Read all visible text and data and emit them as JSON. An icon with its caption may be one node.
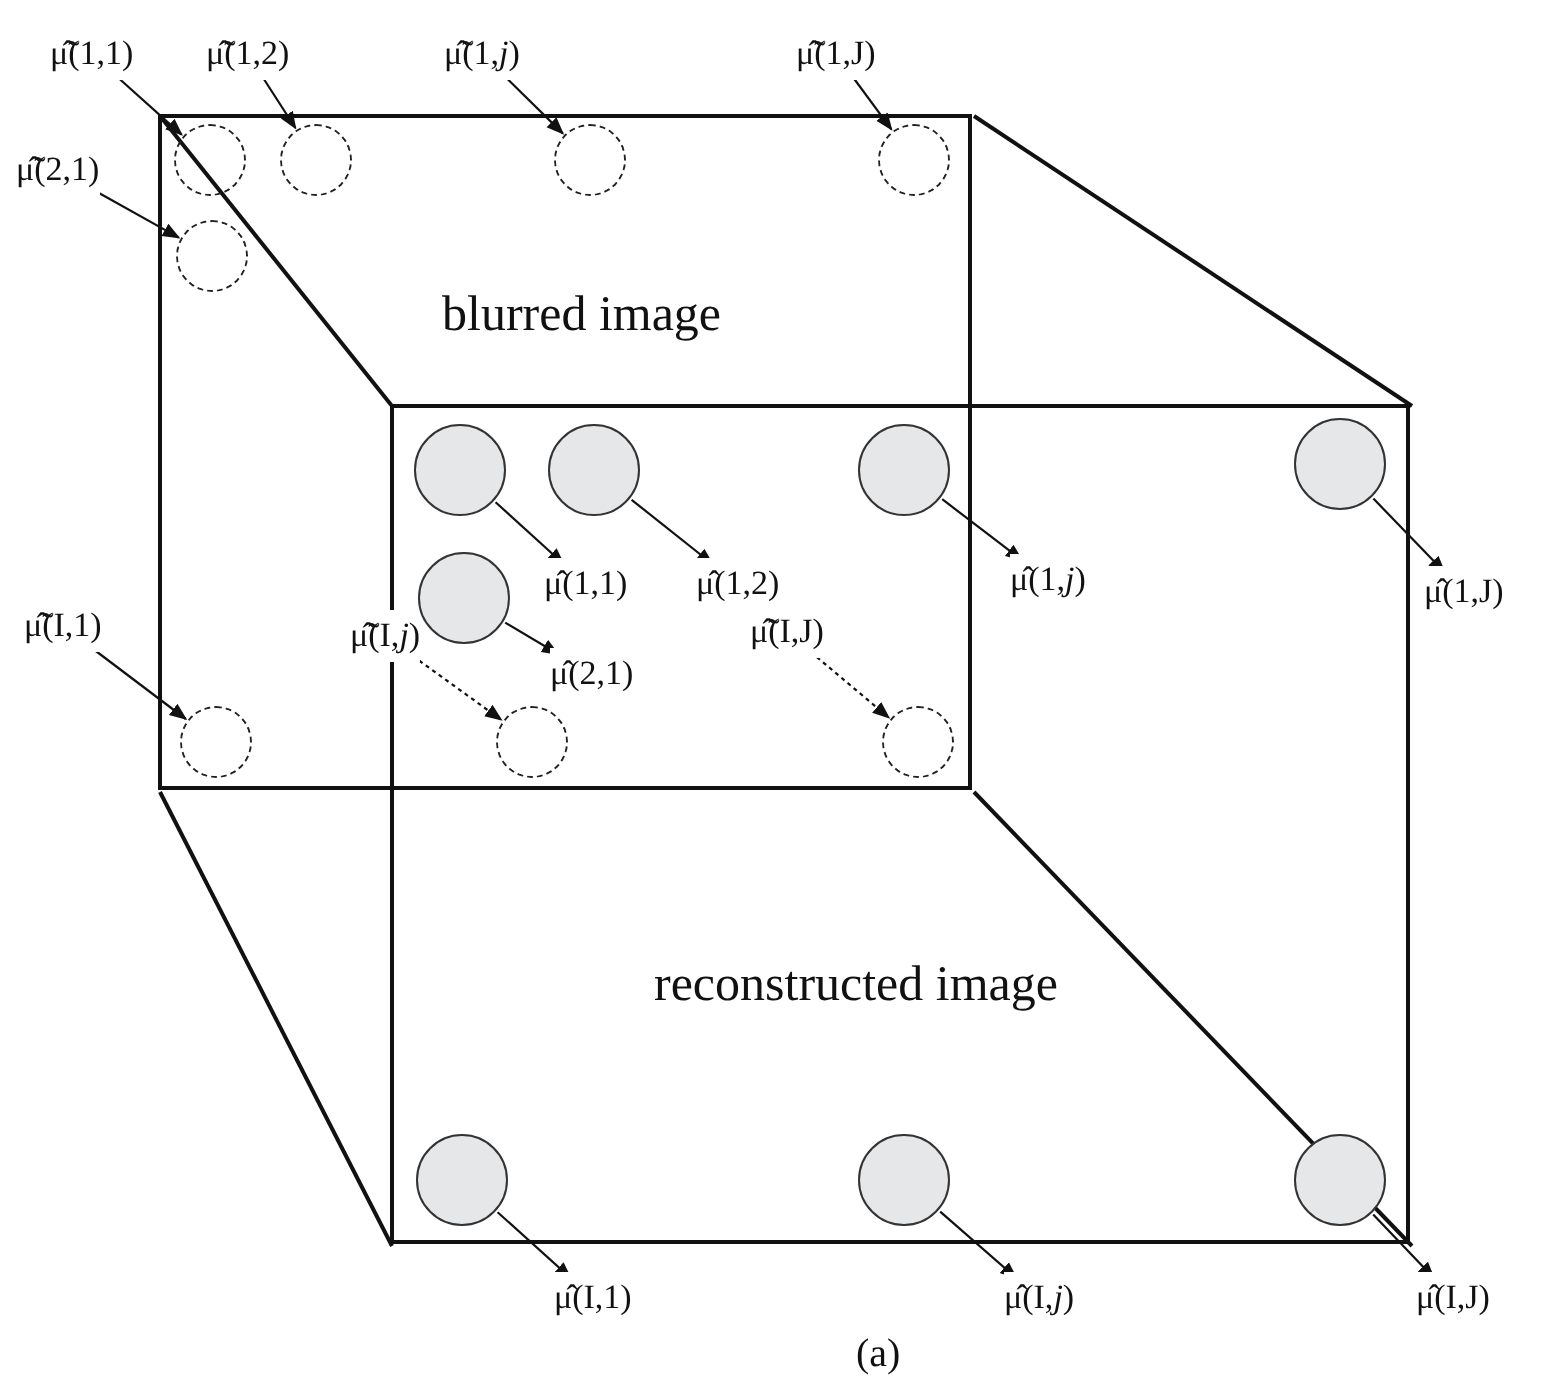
{
  "diagram": {
    "caption": "(a)",
    "nodes": [
      {
        "text": [
          "blurred image"
        ]
      },
      {
        "text": [
          "reconstructed image"
        ]
      },
      {
        "text": [
          "μ̃̂(1,1)"
        ]
      },
      {
        "text": [
          "μ̃̂(1,2)"
        ]
      },
      {
        "text": [
          "μ̃̂(1,*j*)"
        ]
      },
      {
        "text": [
          "μ̃̂(1,J)"
        ]
      },
      {
        "text": [
          "μ̃̂(2,1)"
        ]
      },
      {
        "text": [
          "μ̃̂(I,1)"
        ]
      },
      {
        "text": [
          "μ̃̂(I,*j*)"
        ],
        "in": 0
      },
      {
        "text": [
          "μ̃̂(I,J)"
        ]
      },
      {
        "text": [
          "μ̂(1,1)"
        ]
      },
      {
        "text": [
          "μ̂(1,2)"
        ]
      },
      {
        "text": [
          "μ̂(1,*j*)"
        ],
        "in": 1
      },
      {
        "text": [
          "μ̂(1,J)"
        ]
      },
      {
        "text": [
          "μ̂(2,1)"
        ]
      },
      {
        "text": [
          "μ̂(I,1)"
        ]
      },
      {
        "text": [
          "μ̂(I,*j*)"
        ]
      },
      {
        "text": [
          "μ̂(I,J)"
        ]
      },
      {
        "text": [],
        "shape": "circle",
        "in": 0
      },
      {
        "text": [],
        "shape": "circle",
        "in": 0
      },
      {
        "text": [],
        "shape": "circle",
        "in": 0
      },
      {
        "text": [],
        "shape": "circle",
        "in": 0
      },
      {
        "text": [],
        "shape": "circle",
        "in": 0
      },
      {
        "text": [],
        "shape": "circle",
        "in": 0
      },
      {
        "text": [],
        "shape": "circle"
      },
      {
        "text": [],
        "shape": "circle"
      },
      {
        "text": [],
        "shape": "circle"
      },
      {
        "text": [],
        "shape": "circle"
      },
      {
        "text": [],
        "shape": "circle"
      },
      {
        "text": [],
        "shape": "circle",
        "in": 1
      },
      {
        "text": [],
        "shape": "circle"
      },
      {
        "text": [],
        "shape": "circle",
        "in": 1
      },
      {
        "text": [],
        "shape": "circle",
        "in": 1
      },
      {
        "text": [],
        "shape": "circle",
        "in": 1
      }
    ],
    "edges": [
      {
        "from": 2,
        "to": 18,
        "arrow": "to"
      },
      {
        "from": 3,
        "to": 19,
        "arrow": "to"
      },
      {
        "from": 4,
        "to": 20,
        "arrow": "to"
      },
      {
        "from": 5,
        "to": 21,
        "arrow": "to"
      },
      {
        "from": 6,
        "to": 22,
        "arrow": "to"
      },
      {
        "from": 7,
        "to": 23,
        "arrow": "to"
      },
      {
        "from": 8,
        "to": 24,
        "arrow": "to",
        "style": "dashed"
      },
      {
        "from": 9,
        "to": 25,
        "arrow": "to",
        "style": "dashed"
      },
      {
        "from": 26,
        "to": 10,
        "arrow": "to"
      },
      {
        "from": 27,
        "to": 11,
        "arrow": "to"
      },
      {
        "from": 28,
        "to": 12,
        "arrow": "to"
      },
      {
        "from": 29,
        "to": 13,
        "arrow": "to"
      },
      {
        "from": 30,
        "to": 14,
        "arrow": "to"
      },
      {
        "from": 31,
        "to": 15,
        "arrow": "to"
      },
      {
        "from": 32,
        "to": 16,
        "arrow": "to"
      },
      {
        "from": 33,
        "to": 17,
        "arrow": "to"
      }
    ]
  }
}
